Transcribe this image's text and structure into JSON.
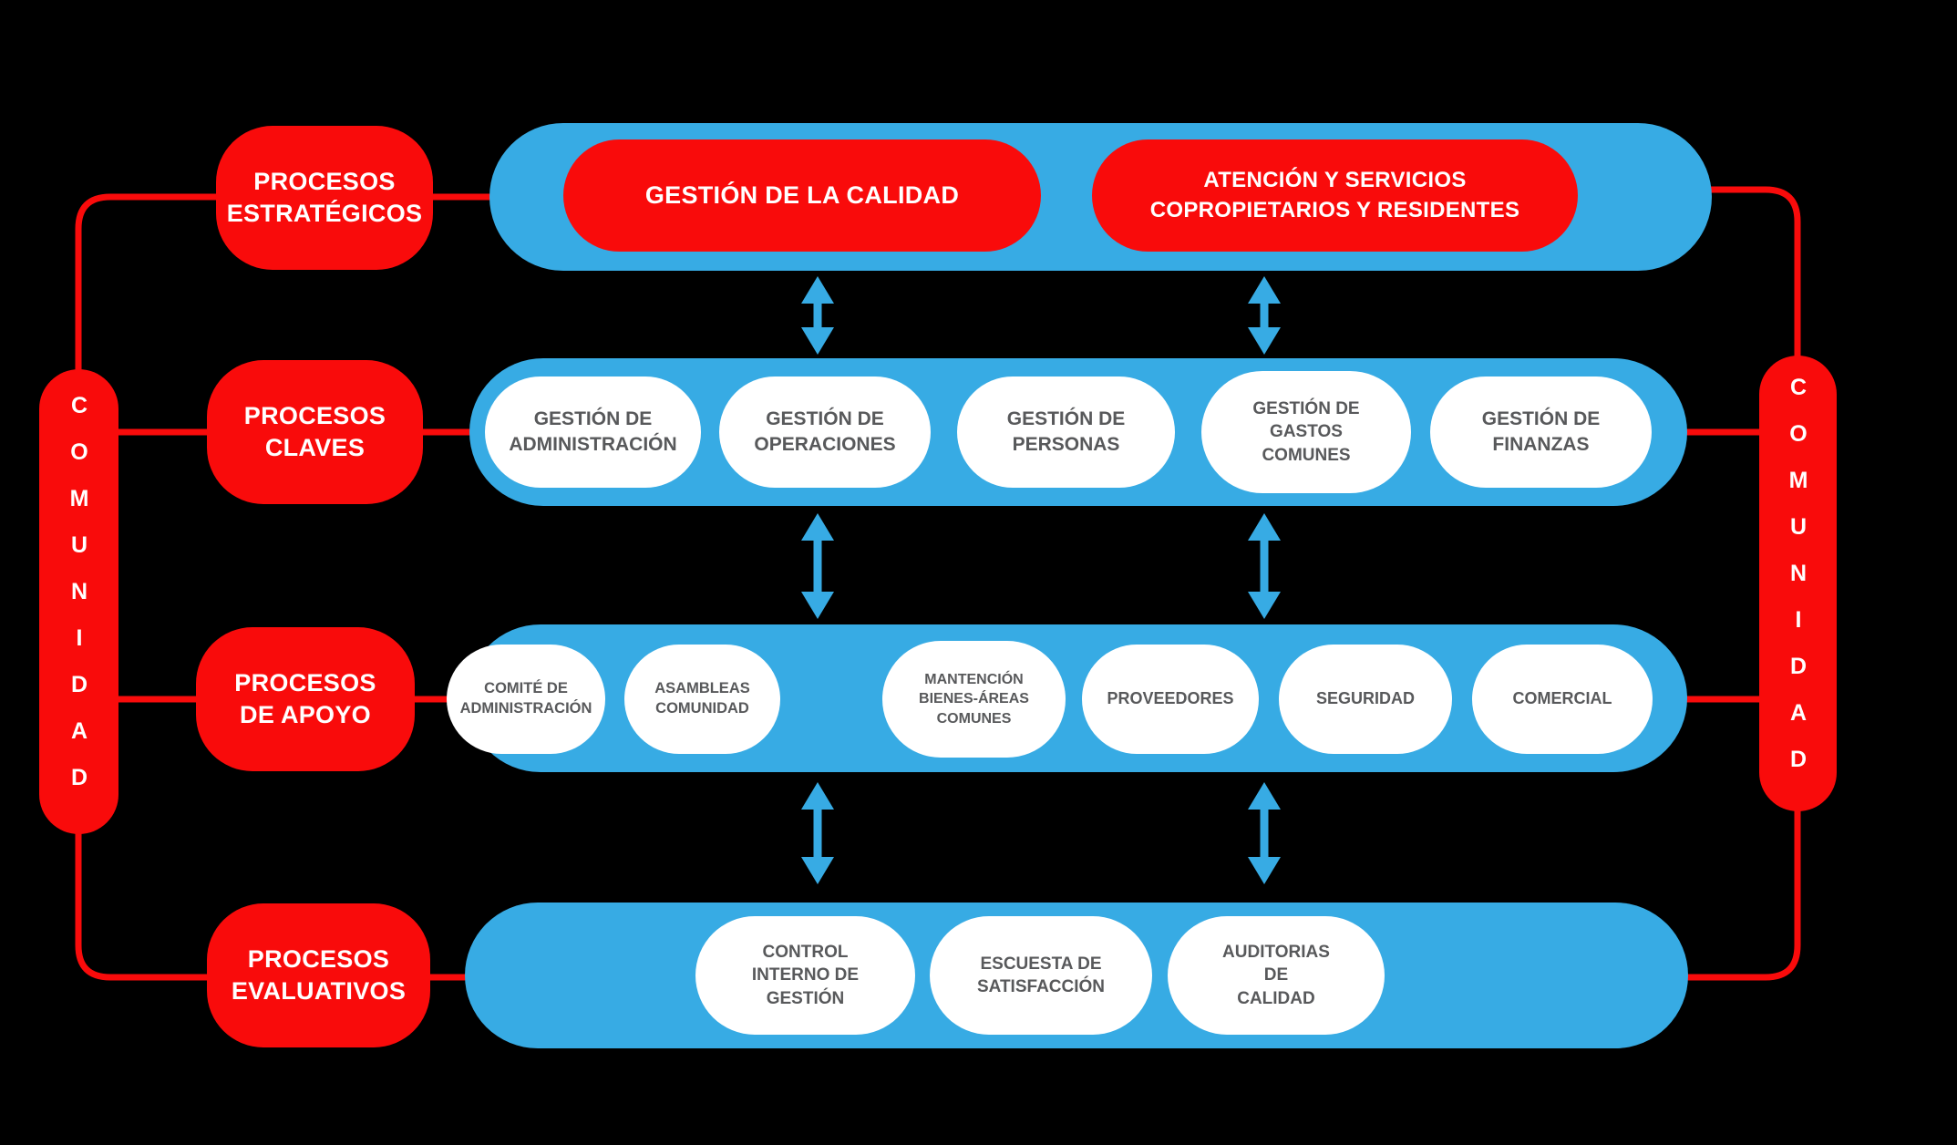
{
  "palette": {
    "background": "#000000",
    "blue": "#37ABE4",
    "red": "#F90B0B",
    "oval_text": "#58595B",
    "white": "#FFFFFF"
  },
  "rails": {
    "left": {
      "label": "COMUNIDAD"
    },
    "right": {
      "label": "COMUNIDAD"
    }
  },
  "rows": [
    {
      "category": "PROCESOS\nESTRATÉGICOS",
      "items": [
        "GESTIÓN DE LA CALIDAD",
        "ATENCIÓN Y SERVICIOS\nCOPROPIETARIOS Y RESIDENTES"
      ]
    },
    {
      "category": "PROCESOS\nCLAVES",
      "items": [
        "GESTIÓN DE\nADMINISTRACIÓN",
        "GESTIÓN DE\nOPERACIONES",
        "GESTIÓN DE\nPERSONAS",
        "GESTIÓN DE\nGASTOS\nCOMUNES",
        "GESTIÓN DE\nFINANZAS"
      ]
    },
    {
      "category": "PROCESOS\nDE APOYO",
      "items": [
        "COMITÉ DE\nADMINISTRACIÓN",
        "ASAMBLEAS\nCOMUNIDAD",
        "MANTENCIÓN\nBIENES-ÁREAS\nCOMUNES",
        "PROVEEDORES",
        "SEGURIDAD",
        "COMERCIAL"
      ]
    },
    {
      "category": "PROCESOS\nEVALUATIVOS",
      "items": [
        "CONTROL\nINTERNO DE\nGESTIÓN",
        "ESCUESTA DE\nSATISFACCIÓN",
        "AUDITORIAS\nDE\nCALIDAD"
      ]
    }
  ]
}
